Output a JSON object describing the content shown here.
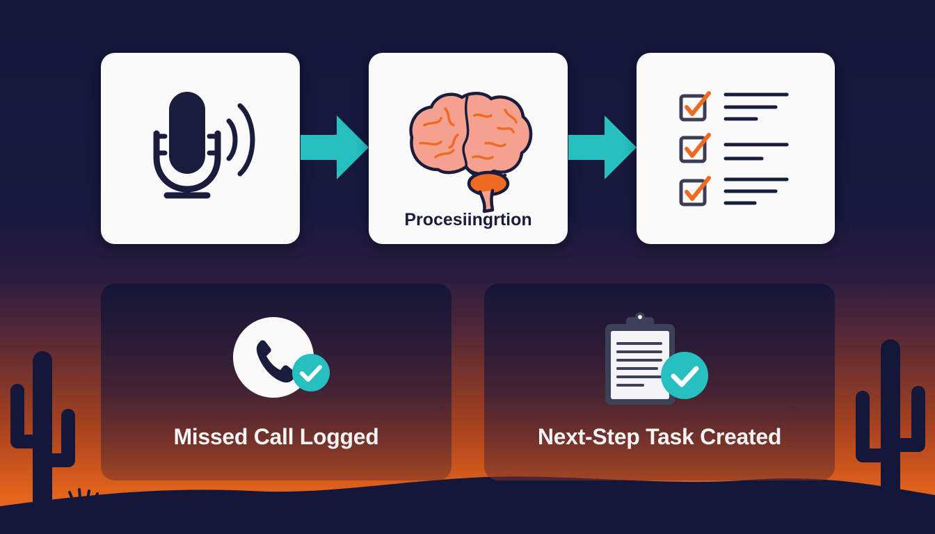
{
  "flow": {
    "steps": [
      {
        "icon": "microphone-icon"
      },
      {
        "icon": "brain-icon",
        "label": "Procesiingrtion"
      },
      {
        "icon": "checklist-icon"
      }
    ],
    "connectors": [
      "arrow-right-icon",
      "arrow-right-icon"
    ]
  },
  "outcomes": [
    {
      "icon": "phone-check-icon",
      "label": "Missed Call Logged"
    },
    {
      "icon": "clipboard-check-icon",
      "label": "Next-Step Task Created"
    }
  ],
  "colors": {
    "navy": "#1a1c3c",
    "teal": "#27bfc0",
    "orange": "#ef6a23",
    "brain_pink": "#f4a18f",
    "card_bg": "#fafafa"
  }
}
